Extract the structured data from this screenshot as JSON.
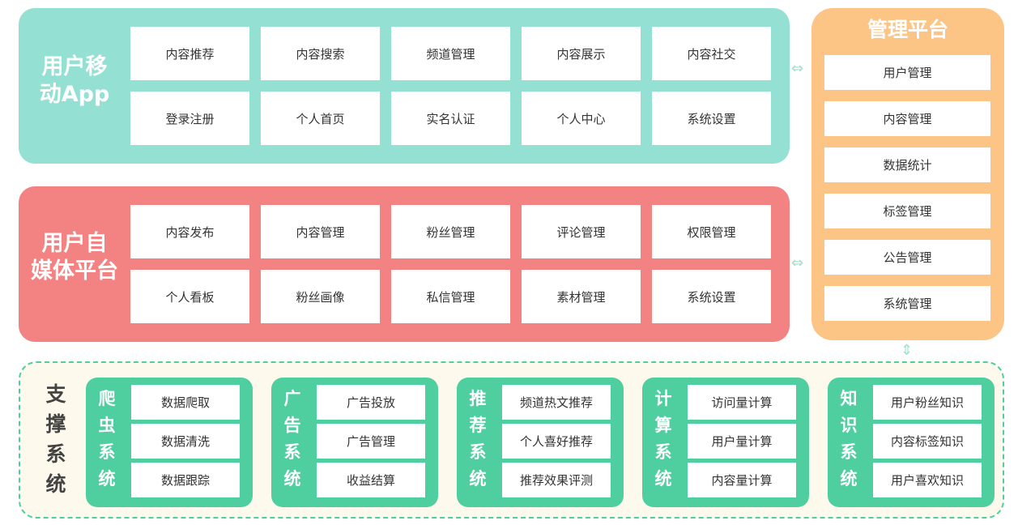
{
  "mobile_app": {
    "title_line1": "用户移",
    "title_line2": "动App",
    "items": [
      "内容推荐",
      "内容搜索",
      "频道管理",
      "内容展示",
      "内容社交",
      "登录注册",
      "个人首页",
      "实名认证",
      "个人中心",
      "系统设置"
    ],
    "color": "#94e0d3"
  },
  "self_media": {
    "title_line1": "用户自",
    "title_line2": "媒体平台",
    "items": [
      "内容发布",
      "内容管理",
      "粉丝管理",
      "评论管理",
      "权限管理",
      "个人看板",
      "粉丝画像",
      "私信管理",
      "素材管理",
      "系统设置"
    ],
    "color": "#f38283"
  },
  "admin_platform": {
    "title": "管理平台",
    "items": [
      "用户管理",
      "内容管理",
      "数据统计",
      "标签管理",
      "公告管理",
      "系统管理"
    ],
    "color": "#fcc586"
  },
  "support": {
    "title": "支撑系统",
    "modules": [
      {
        "title": "爬虫系统",
        "items": [
          "数据爬取",
          "数据清洗",
          "数据跟踪"
        ]
      },
      {
        "title": "广告系统",
        "items": [
          "广告投放",
          "广告管理",
          "收益结算"
        ]
      },
      {
        "title": "推荐系统",
        "items": [
          "频道热文推荐",
          "个人喜好推荐",
          "推荐效果评测"
        ]
      },
      {
        "title": "计算系统",
        "items": [
          "访问量计算",
          "用户量计算",
          "内容量计算"
        ]
      },
      {
        "title": "知识系统",
        "items": [
          "用户粉丝知识",
          "内容标签知识",
          "用户喜欢知识"
        ]
      }
    ],
    "color": "#4fcfa0"
  }
}
